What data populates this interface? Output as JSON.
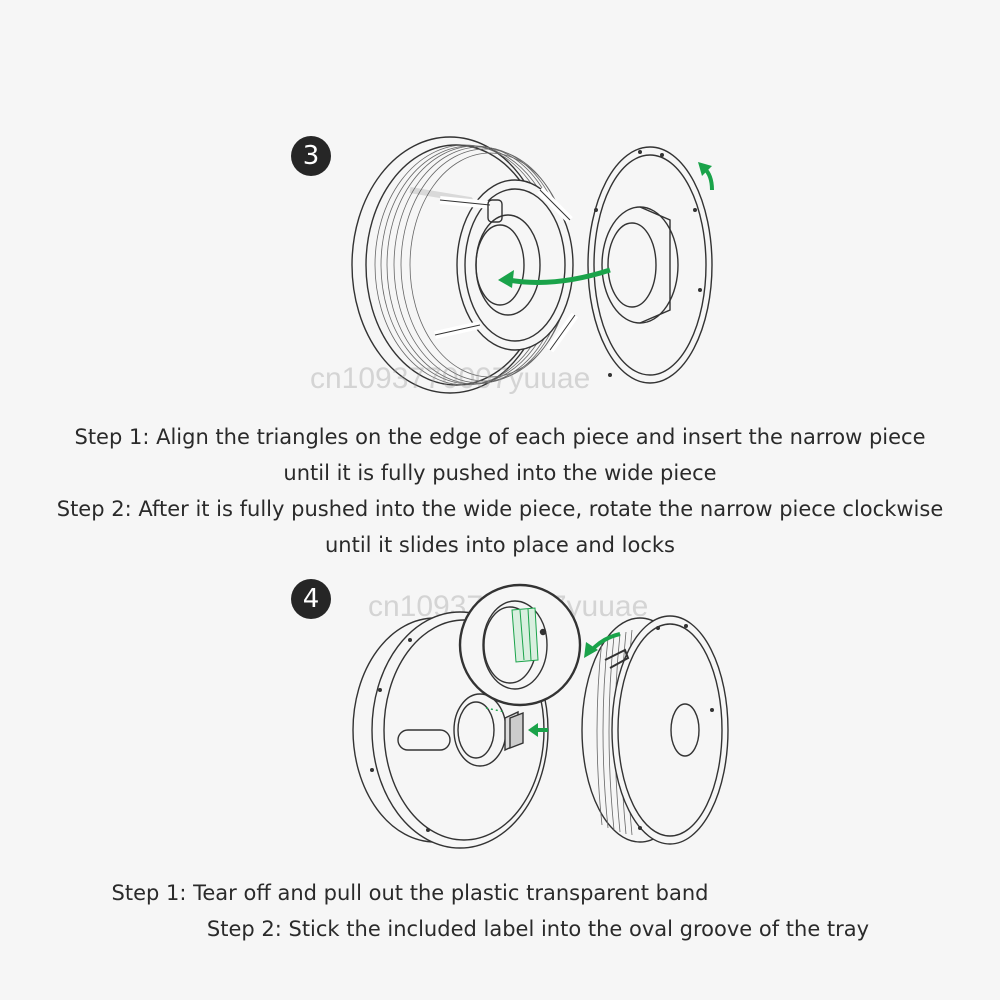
{
  "step3": {
    "badge": "3",
    "lines": [
      "Step 1: Align the triangles on the edge of each piece and insert the narrow piece",
      "until it is fully pushed into the wide piece",
      "Step 2: After it is fully pushed into the wide piece, rotate the narrow piece clockwise",
      "until it slides into place and locks"
    ]
  },
  "step4": {
    "badge": "4",
    "lines": [
      "Step 1: Tear off and pull out the plastic transparent band",
      "Step 2: Stick the included label into the oval groove of the tray"
    ]
  },
  "watermark": "cn1093770007yuuae",
  "colors": {
    "arrow": "#1aa34a",
    "badge": "#262626",
    "line": "#333333"
  }
}
